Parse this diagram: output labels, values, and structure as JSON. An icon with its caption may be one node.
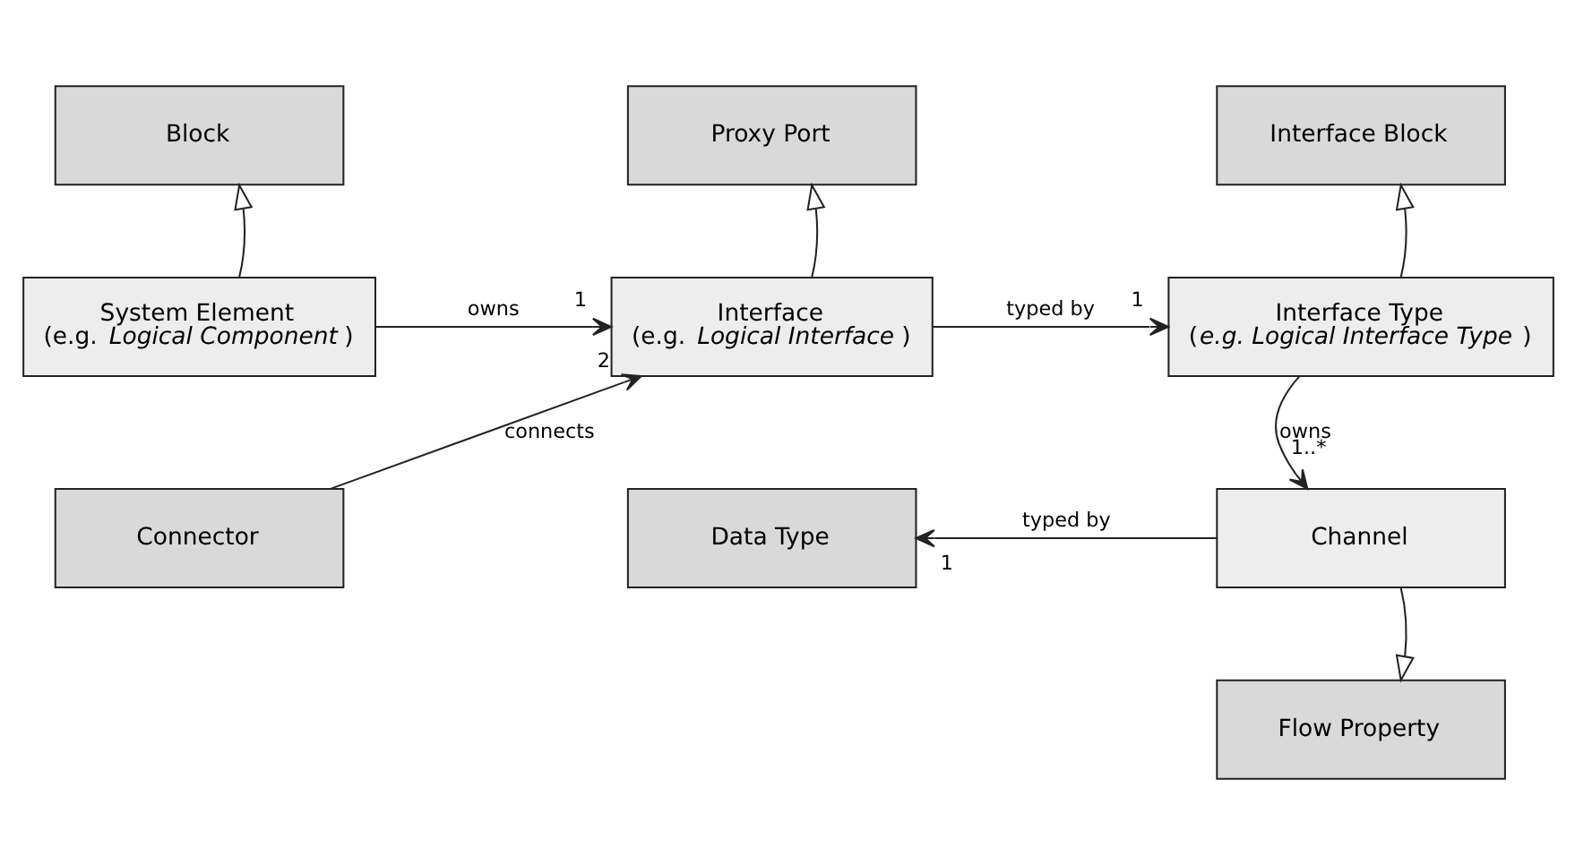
{
  "diagram": {
    "nodes": [
      {
        "text": [
          "Block"
        ]
      },
      {
        "text": [
          "Proxy Port"
        ]
      },
      {
        "text": [
          "Interface Block"
        ]
      },
      {
        "text": [
          "System Element",
          "(e.g. *Logical Component*)"
        ]
      },
      {
        "text": [
          "Interface",
          "(e.g. *Logical Interface*)"
        ]
      },
      {
        "text": [
          "Interface Type",
          "(*e.g. Logical Interface Type*)"
        ]
      },
      {
        "text": [
          "Connector"
        ]
      },
      {
        "text": [
          "Data Type"
        ]
      },
      {
        "text": [
          "Channel"
        ]
      },
      {
        "text": [
          "Flow Property"
        ]
      }
    ],
    "edges": [
      {
        "from": 3,
        "to": 0,
        "arrow": "to"
      },
      {
        "from": 4,
        "to": 1,
        "arrow": "to"
      },
      {
        "from": 5,
        "to": 2,
        "arrow": "to"
      },
      {
        "from": 3,
        "to": 4,
        "arrow": "to",
        "label": "owns"
      },
      {
        "from": 4,
        "to": 5,
        "arrow": "to",
        "label": "typed by"
      },
      {
        "from": 6,
        "to": 4,
        "arrow": "to",
        "label": "connects"
      },
      {
        "from": 5,
        "to": 8,
        "arrow": "to",
        "label": "owns"
      },
      {
        "from": 8,
        "to": 7,
        "arrow": "to",
        "label": "typed by"
      },
      {
        "from": 8,
        "to": 9,
        "arrow": "to"
      }
    ],
    "labels": [
      "1",
      "1",
      "2",
      "1..*",
      "1"
    ]
  }
}
